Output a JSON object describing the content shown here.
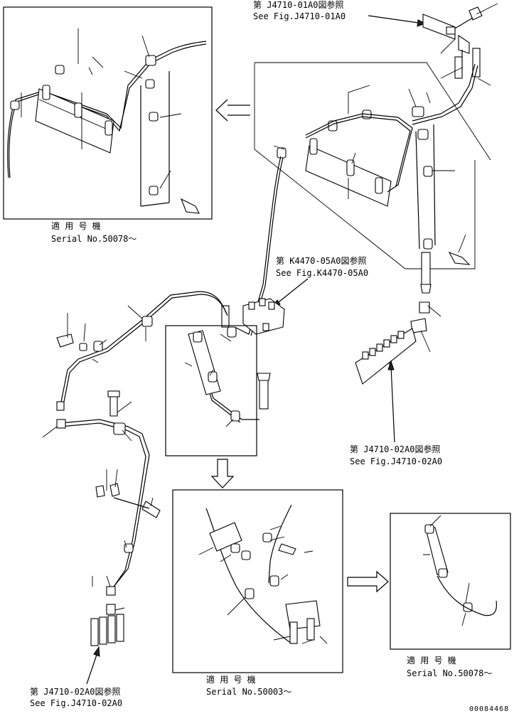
{
  "references": {
    "ref_top": {
      "jp": "第 J4710-01A0図参照",
      "en": "See Fig.J4710-01A0"
    },
    "ref_mid": {
      "jp": "第 K4470-05A0図参照",
      "en": "See Fig.K4470-05A0"
    },
    "ref_right": {
      "jp": "第 J4710-02A0図参照",
      "en": "See Fig.J4710-02A0"
    },
    "ref_bottom_left": {
      "jp": "第 J4710-02A0図参照",
      "en": "See Fig.J4710-02A0"
    }
  },
  "serials": {
    "top_left": {
      "jp": "適 用 号 機",
      "en": "Serial No.50078～"
    },
    "bottom_center": {
      "jp": "適 用 号 機",
      "en": "Serial No.50003～"
    },
    "bottom_right": {
      "jp": "適 用 号 機",
      "en": "Serial No.50078～"
    }
  },
  "drawing_number": "00084468"
}
